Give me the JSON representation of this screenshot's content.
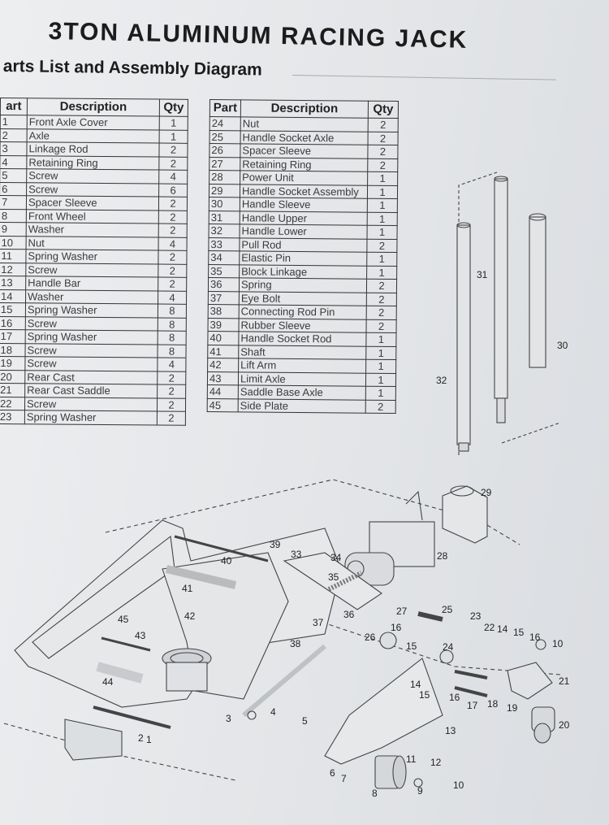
{
  "document": {
    "title": "3TON ALUMINUM RACING JACK",
    "subtitle": "arts List and Assembly Diagram"
  },
  "table_left": {
    "headers": [
      "art",
      "Description",
      "Qty"
    ],
    "rows": [
      [
        "1",
        "Front Axle Cover",
        "1"
      ],
      [
        "2",
        "Axle",
        "1"
      ],
      [
        "3",
        "Linkage Rod",
        "2"
      ],
      [
        "4",
        "Retaining Ring",
        "2"
      ],
      [
        "5",
        "Screw",
        "4"
      ],
      [
        "6",
        "Screw",
        "6"
      ],
      [
        "7",
        "Spacer Sleeve",
        "2"
      ],
      [
        "8",
        "Front Wheel",
        "2"
      ],
      [
        "9",
        "Washer",
        "2"
      ],
      [
        "10",
        "Nut",
        "4"
      ],
      [
        "11",
        "Spring Washer",
        "2"
      ],
      [
        "12",
        "Screw",
        "2"
      ],
      [
        "13",
        "Handle Bar",
        "2"
      ],
      [
        "14",
        "Washer",
        "4"
      ],
      [
        "15",
        "Spring Washer",
        "8"
      ],
      [
        "16",
        "Screw",
        "8"
      ],
      [
        "17",
        "Spring Washer",
        "8"
      ],
      [
        "18",
        "Screw",
        "8"
      ],
      [
        "19",
        "Screw",
        "4"
      ],
      [
        "20",
        "Rear Cast",
        "2"
      ],
      [
        "21",
        "Rear Cast Saddle",
        "2"
      ],
      [
        "22",
        "Screw",
        "2"
      ],
      [
        "23",
        "Spring Washer",
        "2"
      ]
    ]
  },
  "table_right": {
    "headers": [
      "Part",
      "Description",
      "Qty"
    ],
    "rows": [
      [
        "24",
        "Nut",
        "2"
      ],
      [
        "25",
        "Handle Socket Axle",
        "2"
      ],
      [
        "26",
        "Spacer Sleeve",
        "2"
      ],
      [
        "27",
        "Retaining Ring",
        "2"
      ],
      [
        "28",
        "Power Unit",
        "1"
      ],
      [
        "29",
        "Handle Socket Assembly",
        "1"
      ],
      [
        "30",
        "Handle Sleeve",
        "1"
      ],
      [
        "31",
        "Handle Upper",
        "1"
      ],
      [
        "32",
        "Handle Lower",
        "1"
      ],
      [
        "33",
        "Pull Rod",
        "2"
      ],
      [
        "34",
        "Elastic Pin",
        "1"
      ],
      [
        "35",
        "Block Linkage",
        "1"
      ],
      [
        "36",
        "Spring",
        "2"
      ],
      [
        "37",
        "Eye Bolt",
        "2"
      ],
      [
        "38",
        "Connecting Rod Pin",
        "2"
      ],
      [
        "39",
        "Rubber Sleeve",
        "2"
      ],
      [
        "40",
        "Handle Socket Rod",
        "1"
      ],
      [
        "41",
        "Shaft",
        "1"
      ],
      [
        "42",
        "Lift Arm",
        "1"
      ],
      [
        "43",
        "Limit Axle",
        "1"
      ],
      [
        "44",
        "Saddle Base Axle",
        "1"
      ],
      [
        "45",
        "Side Plate",
        "2"
      ]
    ]
  },
  "diagram": {
    "callouts": [
      "1",
      "2",
      "3",
      "4",
      "5",
      "6",
      "7",
      "8",
      "9",
      "10",
      "10",
      "11",
      "12",
      "13",
      "14",
      "14",
      "15",
      "15",
      "15",
      "16",
      "16",
      "16",
      "17",
      "18",
      "19",
      "20",
      "21",
      "22",
      "23",
      "24",
      "25",
      "26",
      "27",
      "28",
      "29",
      "30",
      "31",
      "32",
      "33",
      "34",
      "35",
      "36",
      "37",
      "38",
      "39",
      "40",
      "41",
      "42",
      "43",
      "44",
      "45"
    ]
  }
}
